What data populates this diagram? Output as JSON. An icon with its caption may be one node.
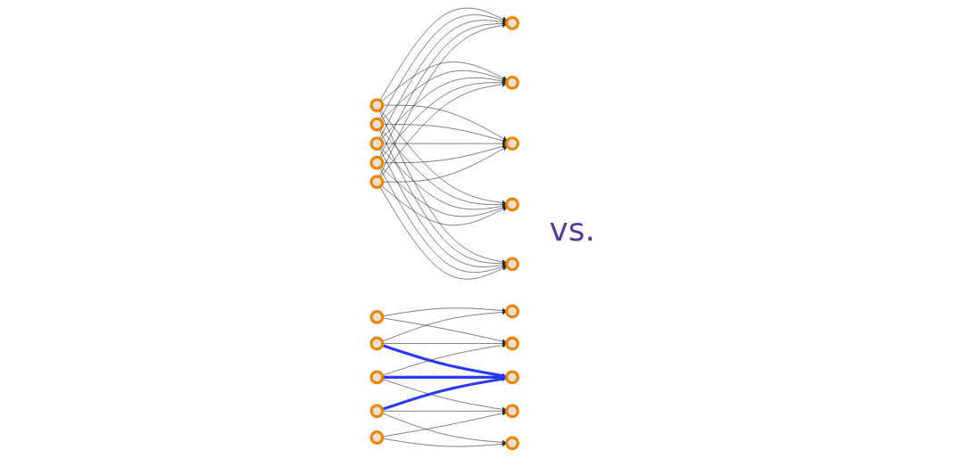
{
  "diagram": {
    "nodes": [
      {
        "text": [],
        "shape": "circle"
      },
      {
        "text": [],
        "shape": "circle"
      },
      {
        "text": [],
        "shape": "circle"
      },
      {
        "text": [],
        "shape": "circle"
      },
      {
        "text": [],
        "shape": "circle"
      },
      {
        "text": [],
        "shape": "circle"
      },
      {
        "text": [],
        "shape": "circle"
      },
      {
        "text": [],
        "shape": "circle"
      },
      {
        "text": [],
        "shape": "circle"
      },
      {
        "text": [],
        "shape": "circle"
      },
      {
        "text": [],
        "shape": "circle"
      },
      {
        "text": [],
        "shape": "circle"
      },
      {
        "text": [],
        "shape": "circle"
      },
      {
        "text": [],
        "shape": "circle"
      },
      {
        "text": [],
        "shape": "circle"
      },
      {
        "text": [],
        "shape": "circle"
      },
      {
        "text": [],
        "shape": "circle"
      },
      {
        "text": [],
        "shape": "circle"
      },
      {
        "text": [],
        "shape": "circle"
      },
      {
        "text": [],
        "shape": "circle"
      }
    ],
    "edges": [
      {
        "from": 0,
        "to": 5,
        "arrow": "to"
      },
      {
        "from": 0,
        "to": 6,
        "arrow": "to"
      },
      {
        "from": 0,
        "to": 7,
        "arrow": "to"
      },
      {
        "from": 0,
        "to": 8,
        "arrow": "to"
      },
      {
        "from": 0,
        "to": 9,
        "arrow": "to"
      },
      {
        "from": 1,
        "to": 5,
        "arrow": "to"
      },
      {
        "from": 1,
        "to": 6,
        "arrow": "to"
      },
      {
        "from": 1,
        "to": 7,
        "arrow": "to"
      },
      {
        "from": 1,
        "to": 8,
        "arrow": "to"
      },
      {
        "from": 1,
        "to": 9,
        "arrow": "to"
      },
      {
        "from": 2,
        "to": 5,
        "arrow": "to"
      },
      {
        "from": 2,
        "to": 6,
        "arrow": "to"
      },
      {
        "from": 2,
        "to": 7,
        "arrow": "to"
      },
      {
        "from": 2,
        "to": 8,
        "arrow": "to"
      },
      {
        "from": 2,
        "to": 9,
        "arrow": "to"
      },
      {
        "from": 3,
        "to": 5,
        "arrow": "to"
      },
      {
        "from": 3,
        "to": 6,
        "arrow": "to"
      },
      {
        "from": 3,
        "to": 7,
        "arrow": "to"
      },
      {
        "from": 3,
        "to": 8,
        "arrow": "to"
      },
      {
        "from": 3,
        "to": 9,
        "arrow": "to"
      },
      {
        "from": 4,
        "to": 5,
        "arrow": "to"
      },
      {
        "from": 4,
        "to": 6,
        "arrow": "to"
      },
      {
        "from": 4,
        "to": 7,
        "arrow": "to"
      },
      {
        "from": 4,
        "to": 8,
        "arrow": "to"
      },
      {
        "from": 4,
        "to": 9,
        "arrow": "to"
      },
      {
        "from": 10,
        "to": 15,
        "arrow": "to"
      },
      {
        "from": 10,
        "to": 16,
        "arrow": "to"
      },
      {
        "from": 11,
        "to": 15,
        "arrow": "to"
      },
      {
        "from": 11,
        "to": 16,
        "arrow": "to"
      },
      {
        "from": 11,
        "to": 17,
        "arrow": "to",
        "style": "thick",
        "color": "#2b3af5"
      },
      {
        "from": 12,
        "to": 16,
        "arrow": "to"
      },
      {
        "from": 12,
        "to": 17,
        "arrow": "to",
        "style": "thick",
        "color": "#2b3af5"
      },
      {
        "from": 12,
        "to": 18,
        "arrow": "to"
      },
      {
        "from": 13,
        "to": 17,
        "arrow": "to",
        "style": "thick",
        "color": "#2b3af5"
      },
      {
        "from": 13,
        "to": 18,
        "arrow": "to"
      },
      {
        "from": 13,
        "to": 19,
        "arrow": "to"
      },
      {
        "from": 14,
        "to": 18,
        "arrow": "to"
      },
      {
        "from": 14,
        "to": 19,
        "arrow": "to"
      }
    ],
    "labels": [
      "vs."
    ]
  }
}
